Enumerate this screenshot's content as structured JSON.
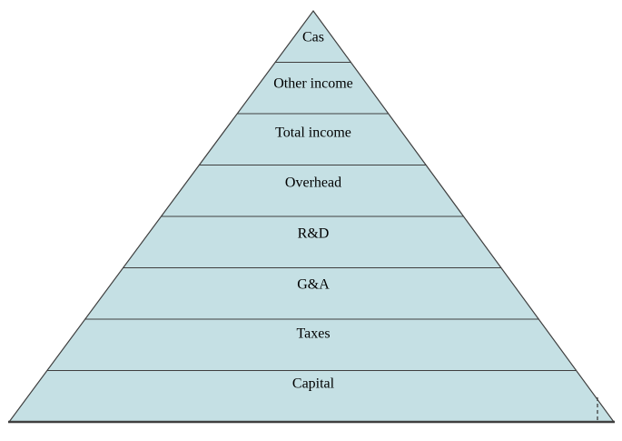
{
  "diagram": {
    "type": "pyramid",
    "background_color": "#ffffff",
    "fill_color": "#c5e0e4",
    "line_color": "#3f3f3f",
    "text_color": "#000000",
    "levels": [
      {
        "label": "Cas"
      },
      {
        "label": "Other income"
      },
      {
        "label": "Total income"
      },
      {
        "label": "Overhead"
      },
      {
        "label": "R&D"
      },
      {
        "label": "G&A"
      },
      {
        "label": "Taxes"
      },
      {
        "label": "Capital"
      }
    ]
  }
}
